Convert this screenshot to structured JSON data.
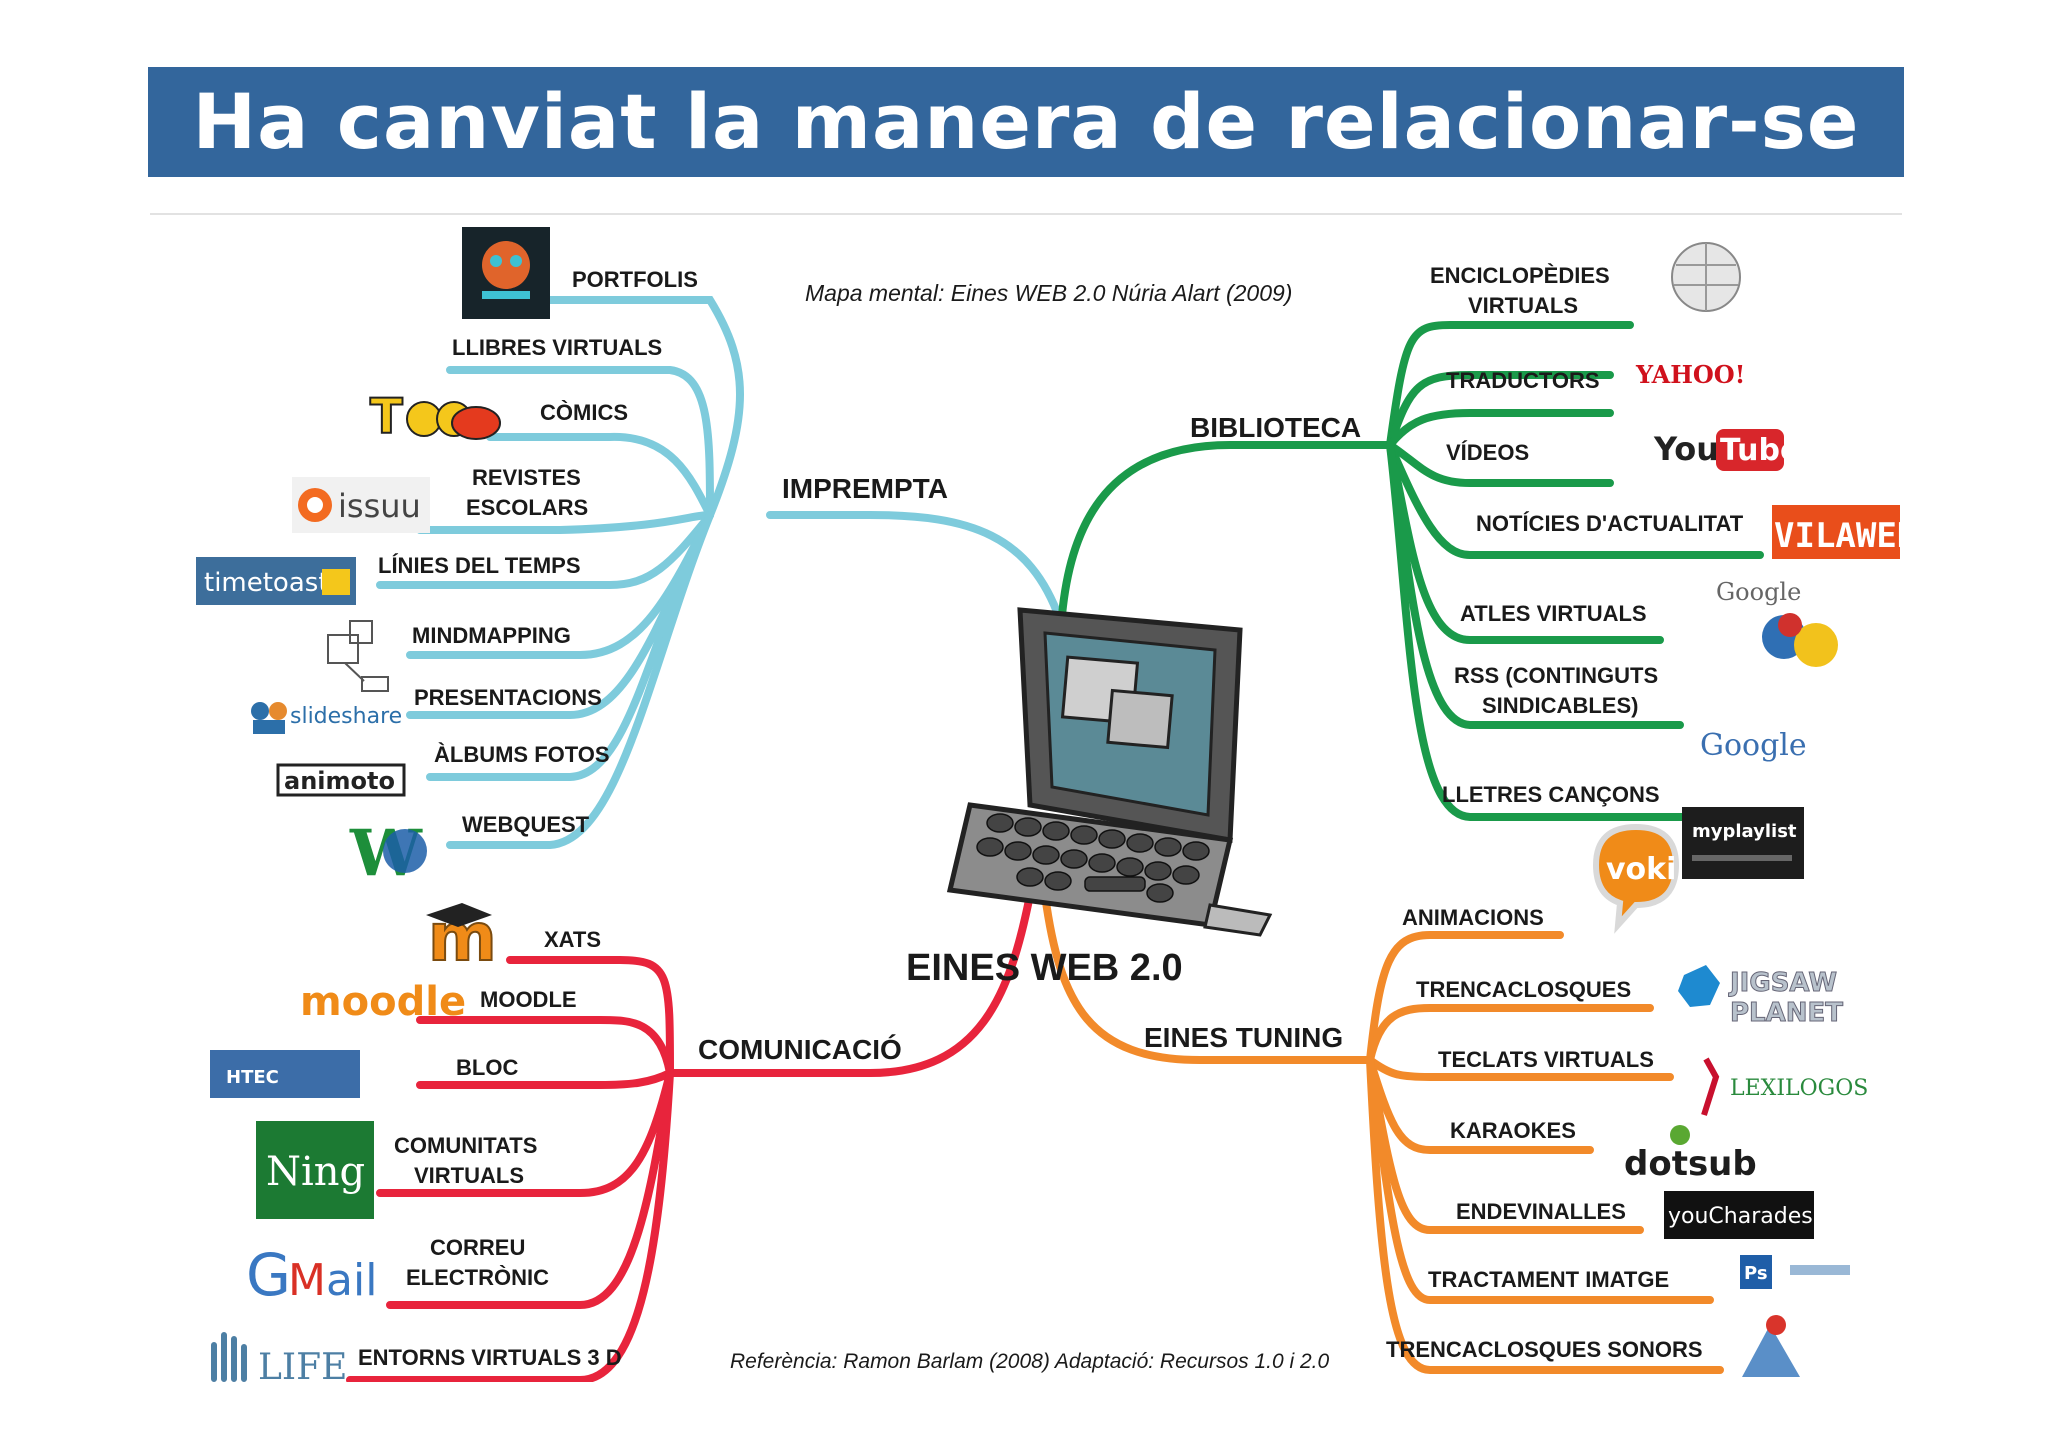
{
  "slide_title": "Ha canviat la manera de relacionar-se",
  "mindmap": {
    "header_note": "Mapa mental:  Eines WEB 2.0  Núria Alart (2009)",
    "footer_note": "Referència: Ramon Barlam (2008) Adaptació: Recursos 1.0 i 2.0",
    "center_label": "EINES WEB 2.0",
    "colors": {
      "imprempta": "#7ecbdc",
      "biblioteca": "#1a9a4a",
      "comunicacio": "#e8243c",
      "eines_tuning": "#f28a2a",
      "title_bar": "#33669c"
    },
    "branches": {
      "imprempta": {
        "label": "IMPREMPTA",
        "items": [
          {
            "text": "PORTFOLIS"
          },
          {
            "text": "LLIBRES VIRTUALS"
          },
          {
            "text": "CÒMICS"
          },
          {
            "lines": [
              "REVISTES",
              "ESCOLARS"
            ]
          },
          {
            "text": "LÍNIES DEL TEMPS"
          },
          {
            "text": "MINDMAPPING"
          },
          {
            "text": "PRESENTACIONS"
          },
          {
            "text": "ÀLBUMS FOTOS"
          },
          {
            "text": "WEBQUEST"
          }
        ]
      },
      "biblioteca": {
        "label": "BIBLIOTECA",
        "items": [
          {
            "lines": [
              "ENCICLOPÈDIES",
              "VIRTUALS"
            ]
          },
          {
            "text": "TRADUCTORS"
          },
          {
            "text": "VÍDEOS"
          },
          {
            "text": "NOTÍCIES D'ACTUALITAT"
          },
          {
            "text": "ATLES VIRTUALS"
          },
          {
            "lines": [
              "RSS (CONTINGUTS",
              "SINDICABLES)"
            ]
          },
          {
            "text": "LLETRES CANÇONS"
          }
        ]
      },
      "comunicacio": {
        "label": "COMUNICACIÓ",
        "items": [
          {
            "text": "XATS"
          },
          {
            "text": "MOODLE"
          },
          {
            "text": "BLOC"
          },
          {
            "lines": [
              "COMUNITATS",
              "VIRTUALS"
            ]
          },
          {
            "lines": [
              "CORREU",
              "ELECTRÒNIC"
            ]
          },
          {
            "text": "ENTORNS  VIRTUALS 3 D"
          }
        ]
      },
      "eines_tuning": {
        "label": "EINES TUNING",
        "items": [
          {
            "text": "ANIMACIONS"
          },
          {
            "text": "TRENCACLOSQUES"
          },
          {
            "text": "TECLATS VIRTUALS"
          },
          {
            "text": "KARAOKES"
          },
          {
            "text": "ENDEVINALLES"
          },
          {
            "text": "TRACTAMENT IMATGE"
          },
          {
            "text": "TRENCACLOSQUES SONORS"
          }
        ]
      }
    },
    "logos": {
      "issuu": "issuu",
      "timetoast": "timetoast",
      "slideshare": "slideshare",
      "animoto": "animoto",
      "moodle": "moodle",
      "ning": "Ning",
      "gmail_g": "G",
      "gmail_m": "M",
      "gmail_ail": "ail",
      "second_life": "LIFE",
      "yahoo": "YAHOO!",
      "youtube_you": "You",
      "youtube_tube": "Tube",
      "vilaweb": "VILAWEB",
      "google": "Google",
      "myplaylist": "myplaylist",
      "voki": "voki",
      "jigsaw": "JIGSAW",
      "planet": "PLANET",
      "lexilogos": "LEXILOGOS",
      "dotsub": "dotsub",
      "youcharades": "youCharades",
      "ps": "Ps",
      "htec": "HTEC"
    }
  }
}
